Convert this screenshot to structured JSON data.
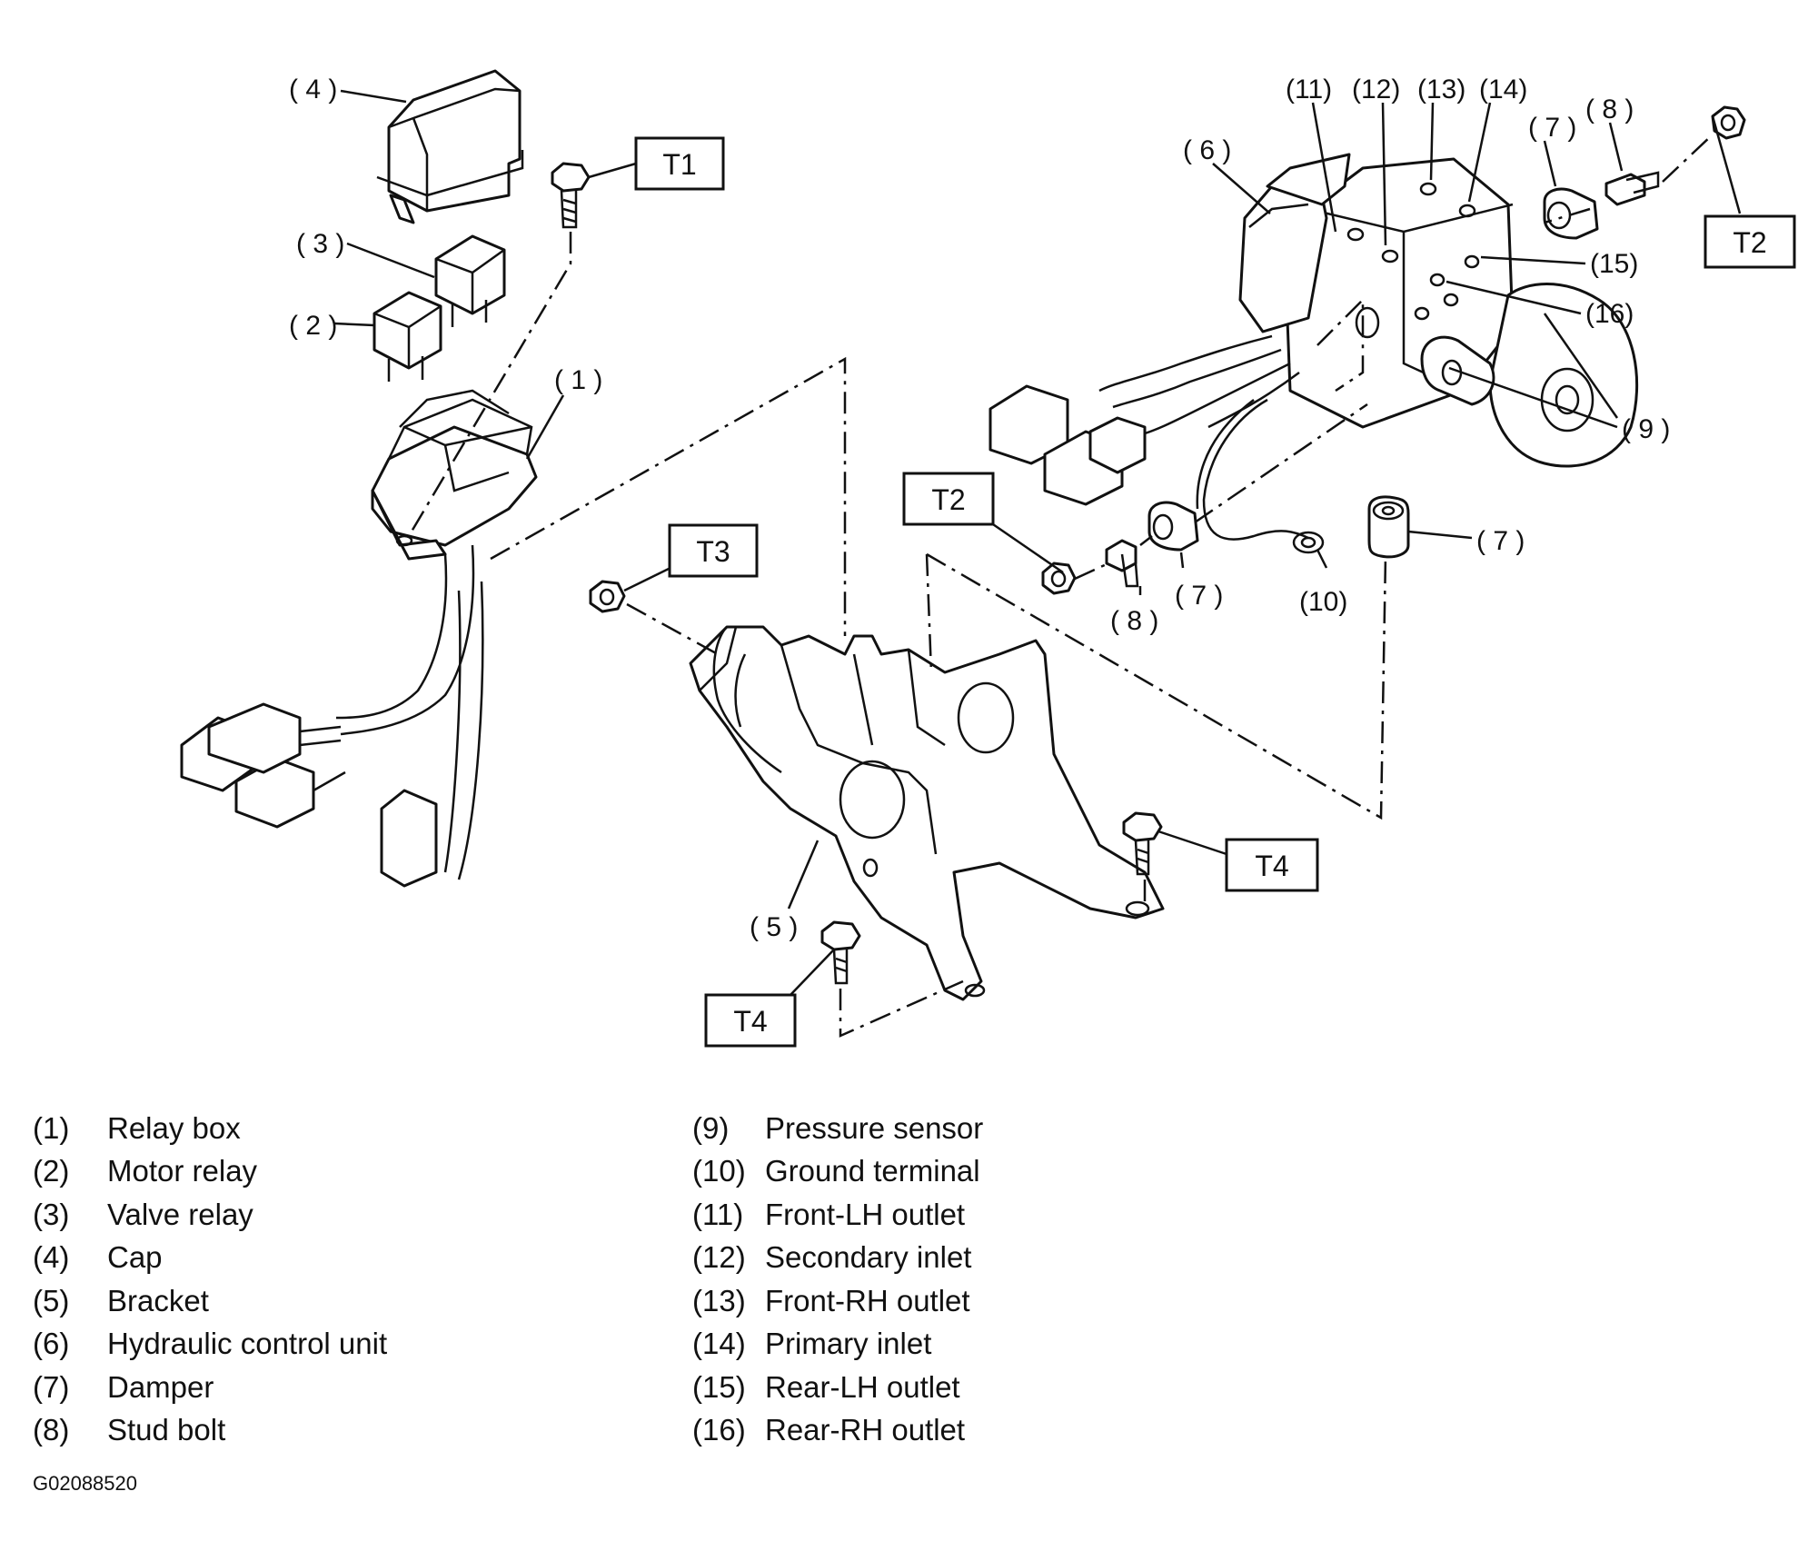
{
  "callouts": {
    "c1": "( 1 )",
    "c2": "( 2 )",
    "c3": "( 3 )",
    "c4": "( 4 )",
    "c5": "( 5 )",
    "c6": "( 6 )",
    "c7a": "( 7 )",
    "c7b": "( 7 )",
    "c7c": "( 7 )",
    "c8a": "( 8 )",
    "c8b": "( 8 )",
    "c9": "( 9 )",
    "c10": "(10)",
    "c11": "(11)",
    "c12": "(12)",
    "c13": "(13)",
    "c14": "(14)",
    "c15": "(15)",
    "c16": "(16)"
  },
  "torque_boxes": {
    "t1": "T1",
    "t2a": "T2",
    "t2b": "T2",
    "t3": "T3",
    "t4a": "T4",
    "t4b": "T4"
  },
  "legend": {
    "left": [
      {
        "num": "(1)",
        "label": "Relay box"
      },
      {
        "num": "(2)",
        "label": "Motor relay"
      },
      {
        "num": "(3)",
        "label": "Valve relay"
      },
      {
        "num": "(4)",
        "label": "Cap"
      },
      {
        "num": "(5)",
        "label": "Bracket"
      },
      {
        "num": "(6)",
        "label": "Hydraulic control unit"
      },
      {
        "num": "(7)",
        "label": "Damper"
      },
      {
        "num": "(8)",
        "label": "Stud bolt"
      }
    ],
    "right": [
      {
        "num": "(9)",
        "label": "Pressure sensor"
      },
      {
        "num": "(10)",
        "label": "Ground terminal"
      },
      {
        "num": "(11)",
        "label": "Front-LH outlet"
      },
      {
        "num": "(12)",
        "label": "Secondary inlet"
      },
      {
        "num": "(13)",
        "label": "Front-RH outlet"
      },
      {
        "num": "(14)",
        "label": "Primary inlet"
      },
      {
        "num": "(15)",
        "label": "Rear-LH outlet"
      },
      {
        "num": "(16)",
        "label": "Rear-RH outlet"
      }
    ]
  },
  "figure_code": "G02088520"
}
